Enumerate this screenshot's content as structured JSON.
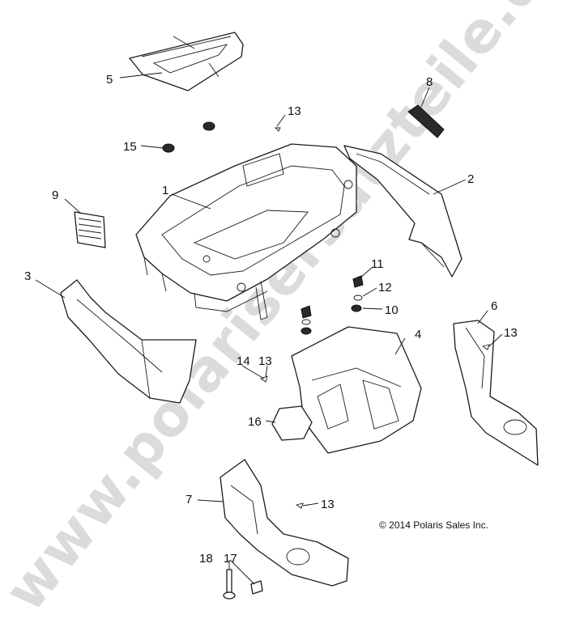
{
  "watermark": "www.polarisersatzteile.de",
  "copyright": "© 2014 Polaris Sales Inc.",
  "callouts": {
    "c1": "1",
    "c2": "2",
    "c3": "3",
    "c4": "4",
    "c5": "5",
    "c6": "6",
    "c7": "7",
    "c8": "8",
    "c9": "9",
    "c10": "10",
    "c11": "11",
    "c12": "12",
    "c13a": "13",
    "c13b": "13",
    "c13c": "13",
    "c13d": "13",
    "c14": "14",
    "c15": "15",
    "c16": "16",
    "c17": "17",
    "c18": "18"
  }
}
